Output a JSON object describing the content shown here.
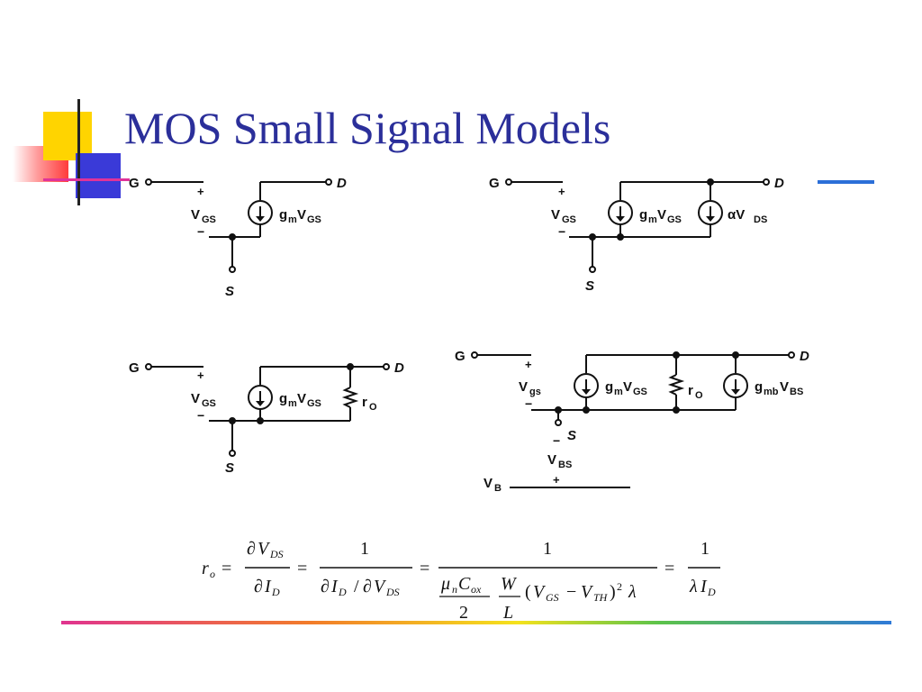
{
  "slide": {
    "title": "MOS Small Signal Models"
  },
  "circuits": {
    "basic": {
      "gate": "G",
      "drain": "D",
      "source": "S",
      "plus": "+",
      "minus": "−",
      "vgs_main": "V",
      "vgs_sub": "GS",
      "gm_g": "g",
      "gm_m": "m",
      "gm_v": "V",
      "gm_sub": "GS"
    },
    "clm": {
      "gate": "G",
      "drain": "D",
      "source": "S",
      "plus": "+",
      "minus": "−",
      "vgs_main": "V",
      "vgs_sub": "GS",
      "gm_g": "g",
      "gm_m": "m",
      "gm_v": "V",
      "gm_sub": "GS",
      "alpha_main": "αV",
      "alpha_sub": "DS"
    },
    "ro": {
      "gate": "G",
      "drain": "D",
      "source": "S",
      "plus": "+",
      "minus": "−",
      "vgs_main": "V",
      "vgs_sub": "GS",
      "gm_g": "g",
      "gm_m": "m",
      "gm_v": "V",
      "gm_sub": "GS",
      "ro_main": "r",
      "ro_sub": "O"
    },
    "body": {
      "gate": "G",
      "drain": "D",
      "source": "S",
      "plus": "+",
      "minus": "−",
      "vgs_main": "V",
      "vgs_sub": "gs",
      "gm_g": "g",
      "gm_m": "m",
      "gm_v": "V",
      "gm_sub": "GS",
      "ro_main": "r",
      "ro_sub": "O",
      "gmb_g": "g",
      "gmb_m": "mb",
      "gmb_v": "V",
      "gmb_sub": "BS",
      "vbs_main": "V",
      "vbs_sub": "BS",
      "vb_main": "V",
      "vb_sub": "B",
      "vb_plus": "+",
      "vbs_minus": "−"
    }
  },
  "equation": {
    "ro_lhs": "r",
    "ro_sub": "o",
    "eq": "=",
    "partial": "∂",
    "V": "V",
    "DS": "DS",
    "I": "I",
    "D": "D",
    "one": "1",
    "slash": "/",
    "mu": "μ",
    "n": "n",
    "C": "C",
    "ox": "ox",
    "two": "2",
    "W": "W",
    "L": "L",
    "lparen": "(",
    "VGS_V": "V",
    "GS": "GS",
    "minus": "−",
    "VTH_V": "V",
    "TH": "TH",
    "rparen": ")",
    "sq": "2",
    "lambda": "λ"
  }
}
